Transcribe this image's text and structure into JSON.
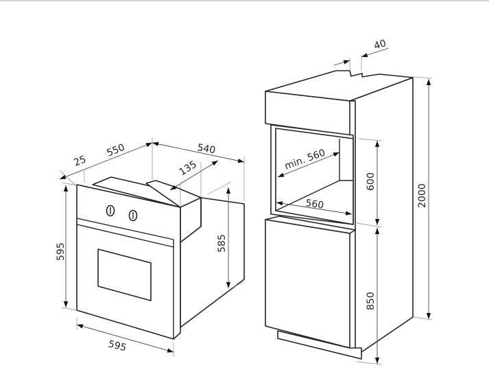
{
  "oven": {
    "dim_depth_offset": "25",
    "dim_depth": "550",
    "dim_total_depth": "540",
    "dim_collar": "135",
    "dim_body_height": "585",
    "dim_height": "595",
    "dim_width": "595"
  },
  "cabinet": {
    "dim_gap": "40",
    "dim_niche_depth": "min. 560",
    "dim_niche_width": "560",
    "dim_niche_height": "600",
    "dim_base_height": "850",
    "dim_total_height": "2000"
  }
}
